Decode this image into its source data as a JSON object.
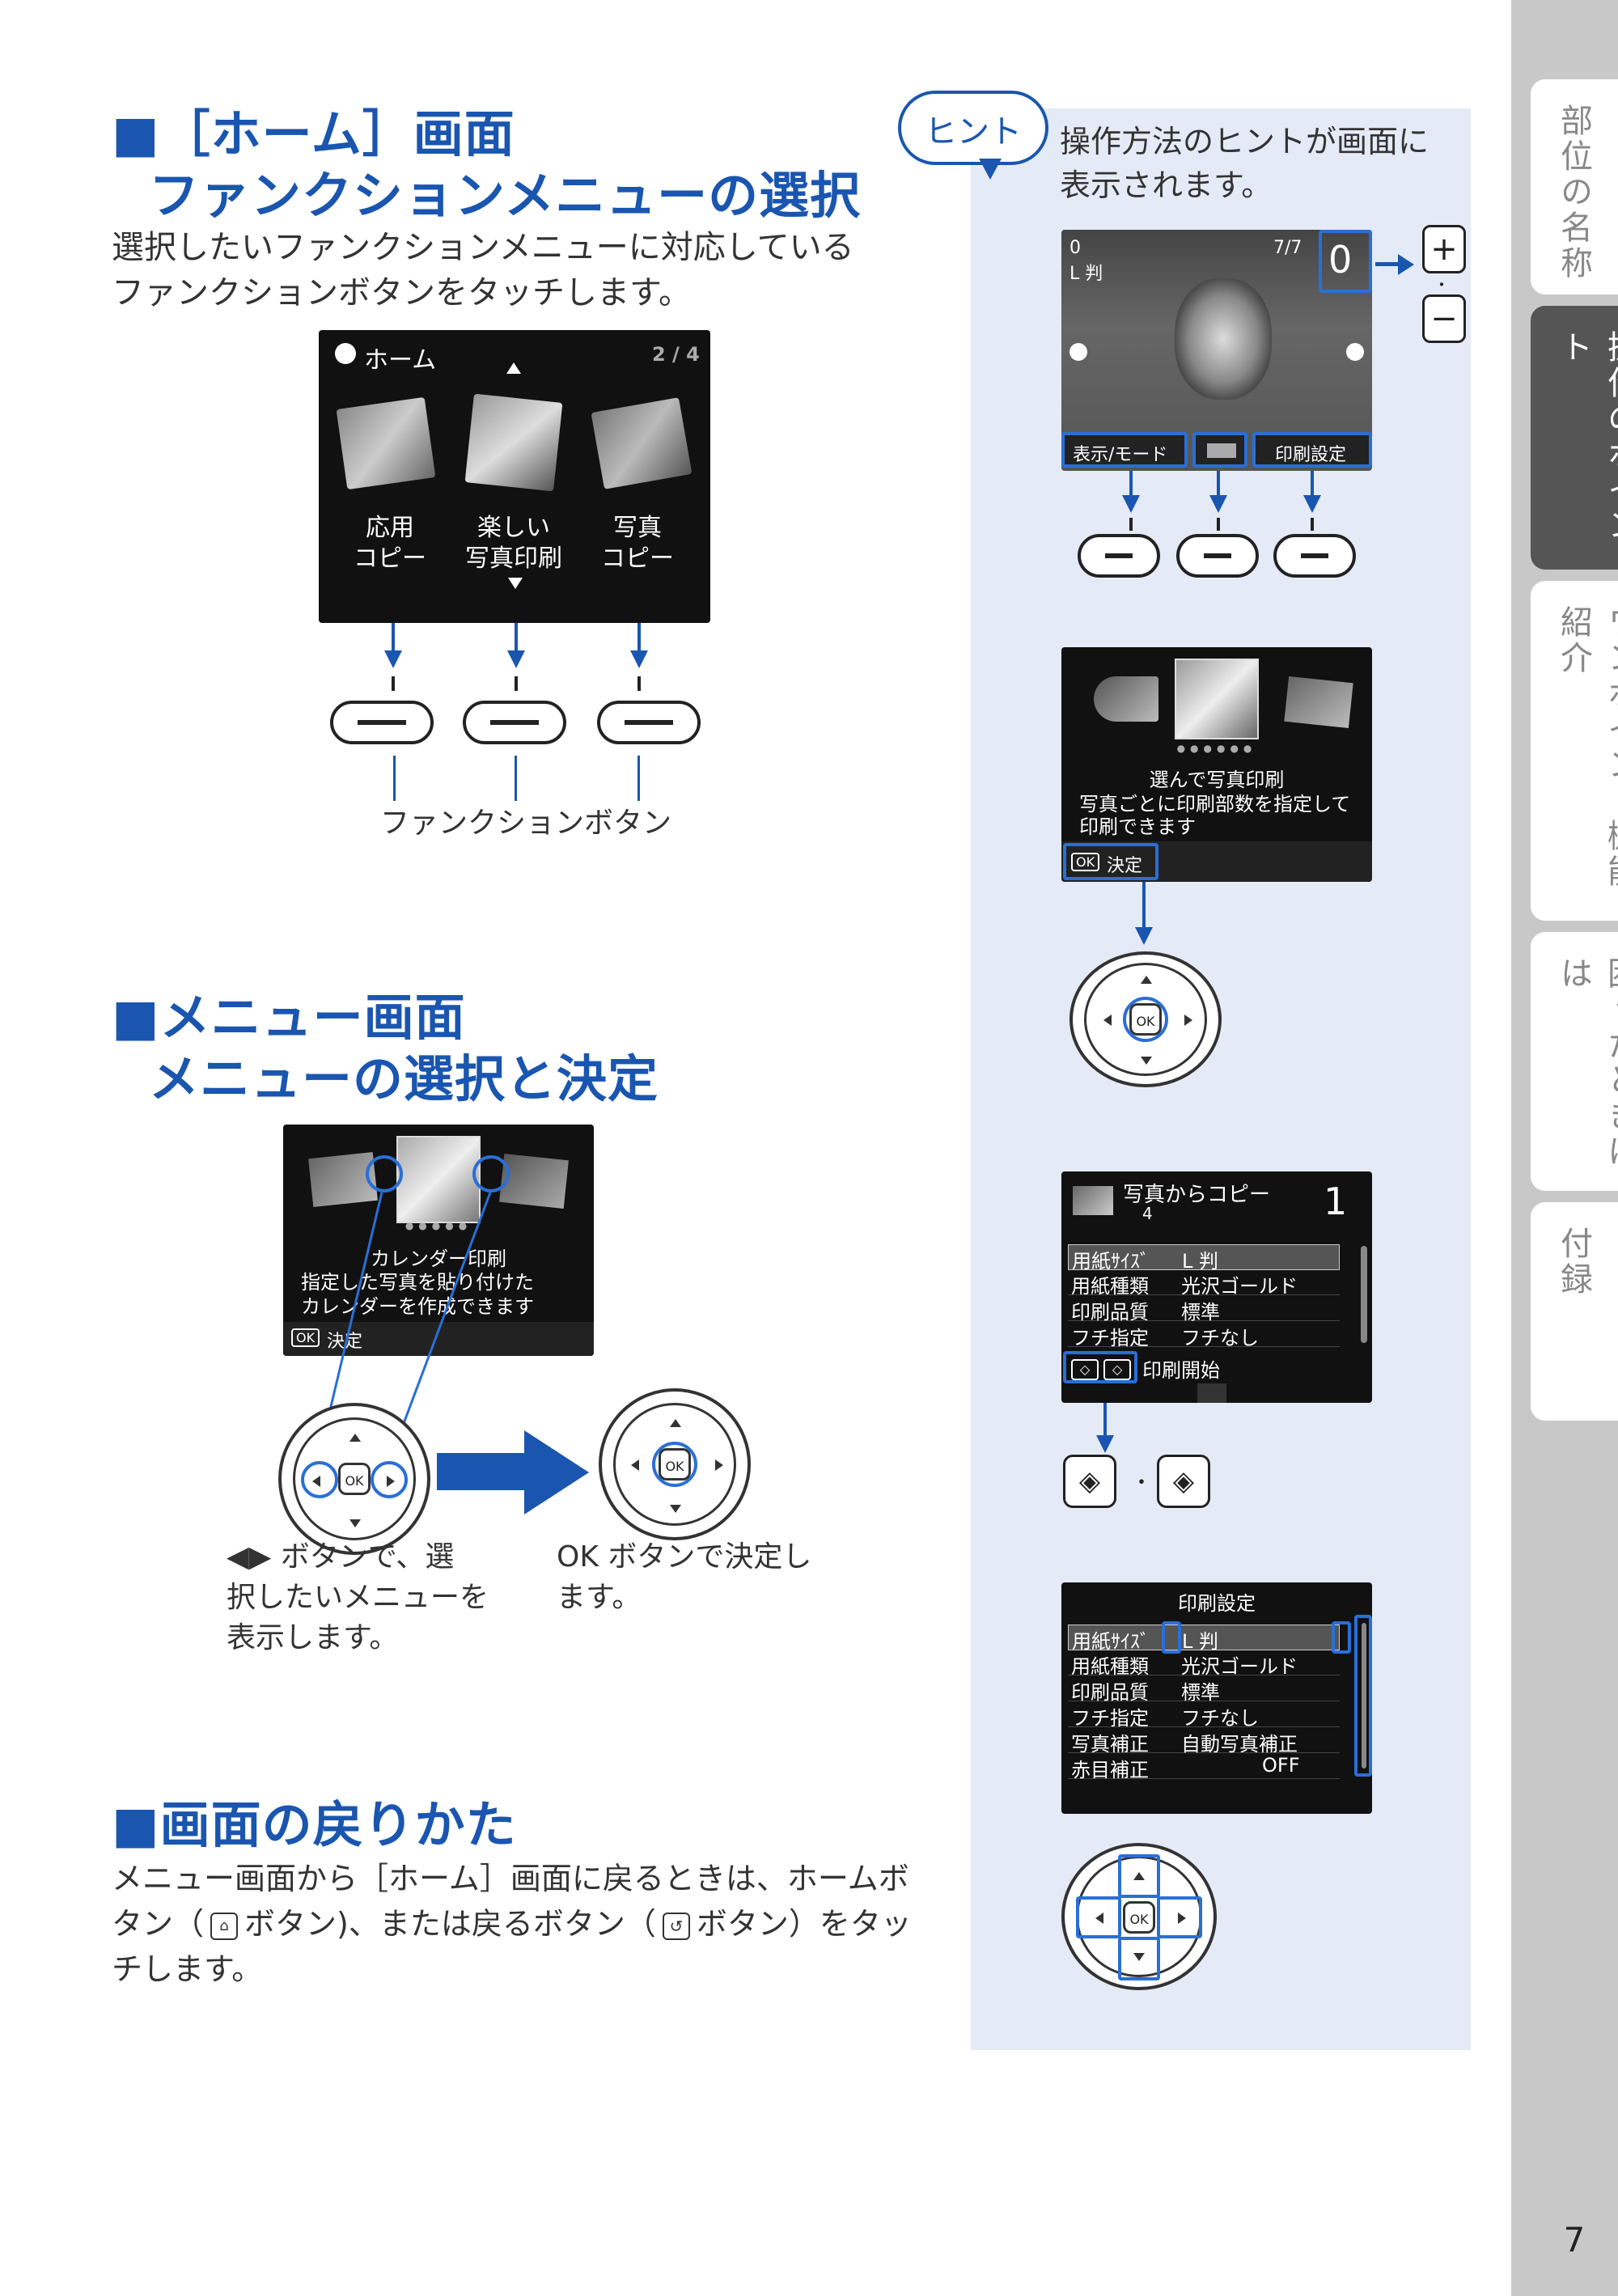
{
  "section1": {
    "title_line1": "■［ホーム］画面",
    "title_line2": "ファンクションメニューの選択",
    "body_line1": "選択したいファンクションメニューに対応している",
    "body_line2": "ファンクションボタンをタッチします。",
    "screen": {
      "home_label": "ホーム",
      "page": "2 / 4",
      "items": [
        {
          "line1": "応用",
          "line2": "コピー"
        },
        {
          "line1": "楽しい",
          "line2": "写真印刷"
        },
        {
          "line1": "写真",
          "line2": "コピー"
        }
      ]
    },
    "caption": "ファンクションボタン"
  },
  "section2": {
    "title_line1": "■メニュー画面",
    "title_line2": "メニューの選択と決定",
    "screen": {
      "menu_name": "カレンダー印刷",
      "desc_line1": "指定した写真を貼り付けた",
      "desc_line2": "カレンダーを作成できます",
      "ok_label": "OK",
      "ok_text": "決定"
    },
    "caption_left_line1": "◀▶ ボタンで、選",
    "caption_left_line2": "択したいメニューを",
    "caption_left_line3": "表示します。",
    "caption_right_line1": "OK ボタンで決定し",
    "caption_right_line2": "ます。",
    "ok_small": "OK"
  },
  "section3": {
    "title": "■画面の戻りかた",
    "body_line1": "メニュー画面から［ホーム］画面に戻るときは、ホームボ",
    "body_line2a": "タン（",
    "body_line2b": "ボタン)、または戻るボタン（",
    "body_line2c": "ボタン）をタッ",
    "body_line3": "チします。"
  },
  "hint": {
    "badge": "ヒント",
    "text_line1": "操作方法のヒントが画面に",
    "text_line2": "表示されます。",
    "screen1": {
      "count": "0",
      "paper": "L 判",
      "index": "7/7",
      "copies": "0",
      "buttons": [
        "表示/モード",
        "",
        "印刷設定"
      ]
    },
    "plus": "+",
    "minus": "−",
    "dot": "・",
    "screen2": {
      "title": "選んで写真印刷",
      "desc_line1": "写真ごとに印刷部数を指定して",
      "desc_line2": "印刷できます",
      "ok_label": "OK",
      "ok_text": "決定"
    },
    "screen3": {
      "title": "写真からコピー",
      "count": "4",
      "copies": "1",
      "rows": [
        {
          "label": "用紙ｻｲｽﾞ",
          "value": "L 判"
        },
        {
          "label": "用紙種類",
          "value": "光沢ゴールド"
        },
        {
          "label": "印刷品質",
          "value": "標準"
        },
        {
          "label": "フチ指定",
          "value": "フチなし"
        }
      ],
      "start": "印刷開始"
    },
    "screen4": {
      "title": "印刷設定",
      "rows": [
        {
          "label": "用紙ｻｲｽﾞ",
          "value": "L 判"
        },
        {
          "label": "用紙種類",
          "value": "光沢ゴールド"
        },
        {
          "label": "印刷品質",
          "value": "標準"
        },
        {
          "label": "フチ指定",
          "value": "フチなし"
        },
        {
          "label": "写真補正",
          "value": "自動写真補正"
        },
        {
          "label": "赤目補正",
          "value": "OFF"
        }
      ]
    }
  },
  "sidebar": {
    "tabs": [
      "部位の名称",
      "操作のポイント",
      "ワンポイント機能紹介",
      "困ったときには",
      "付録"
    ],
    "active": 1
  },
  "page_number": "7"
}
